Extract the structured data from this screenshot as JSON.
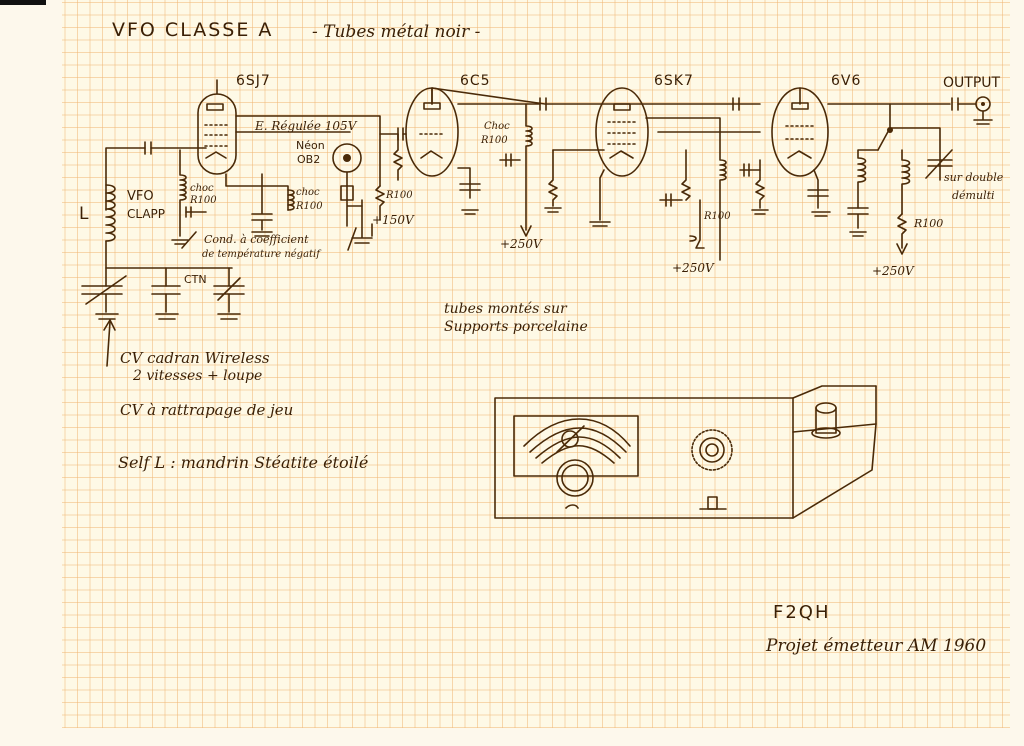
{
  "title": {
    "vfo": "VFO CLASSE A",
    "subtitle": "- Tubes métal noir -"
  },
  "tubes": [
    "6SJ7",
    "6C5",
    "6SK7",
    "6V6"
  ],
  "output_label": "OUTPUT",
  "labels": {
    "regulee": "E. Régulée 105V",
    "neon": "Néon",
    "ob2": "OB2",
    "vfo_clapp_1": "VFO",
    "vfo_clapp_2": "CLAPP",
    "coil_l": "L",
    "choc_1a": "choc",
    "choc_1b": "R100",
    "choc_2a": "choc",
    "choc_2b": "R100",
    "choc_3a": "Choc",
    "choc_3b": "R100",
    "r100_a": "R100",
    "r100_b": "R100",
    "r100_c": "R100",
    "plus150": "+150V",
    "plus250_a": "+250V",
    "plus250_b": "+250V",
    "plus250_c": "+250V",
    "ctn": "CTN",
    "cond_1": "Cond. à coefficient",
    "cond_2": "de température négatif",
    "sur_double_1": "sur double",
    "sur_double_2": "démulti"
  },
  "notes": {
    "tubes_1": "tubes montés sur",
    "tubes_2": "Supports porcelaine",
    "cv_1": "CV cadran Wireless",
    "cv_2": "2 vitesses + loupe",
    "cv_3": "CV à rattrapage de jeu",
    "self": "Self L : mandrin Stéatite étoilé"
  },
  "signature": {
    "callsign": "F2QH",
    "project": "Projet émetteur AM 1960"
  },
  "colors": {
    "ink": "#4a2a08",
    "paper": "#fef9e6",
    "grid": "#f0b978"
  }
}
